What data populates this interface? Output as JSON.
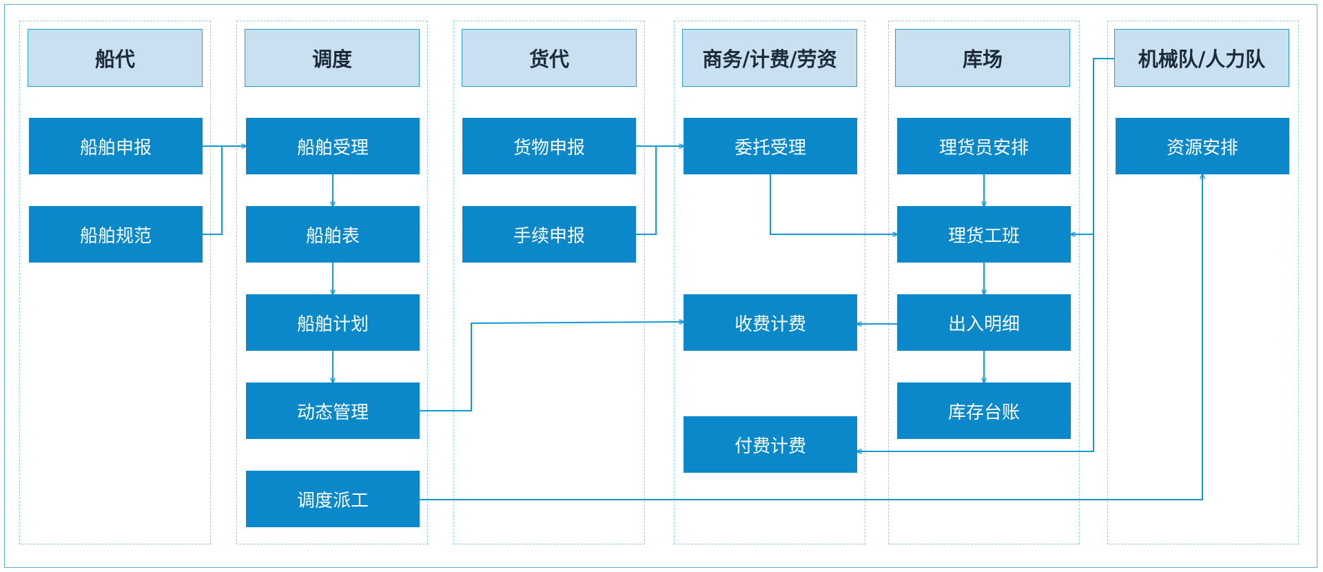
{
  "lanes": [
    {
      "title": "船代",
      "steps": [
        "船舶申报",
        "船舶规范"
      ]
    },
    {
      "title": "调度",
      "steps": [
        "船舶受理",
        "船舶表",
        "船舶计划",
        "动态管理",
        "调度派工"
      ]
    },
    {
      "title": "货代",
      "steps": [
        "货物申报",
        "手续申报"
      ]
    },
    {
      "title": "商务/计费/劳资",
      "steps": [
        "委托受理",
        "收费计费",
        "付费计费"
      ]
    },
    {
      "title": "库场",
      "steps": [
        "理货员安排",
        "理货工班",
        "出入明细",
        "库存台账"
      ]
    },
    {
      "title": "机械队/人力队",
      "steps": [
        "资源安排"
      ]
    }
  ],
  "colors": {
    "step_fill": "#0a88c9",
    "header_fill": "#c8e0f0",
    "header_border": "#2a9ad3",
    "lane_border": "#8fcce6",
    "connector": "#1196d6"
  }
}
